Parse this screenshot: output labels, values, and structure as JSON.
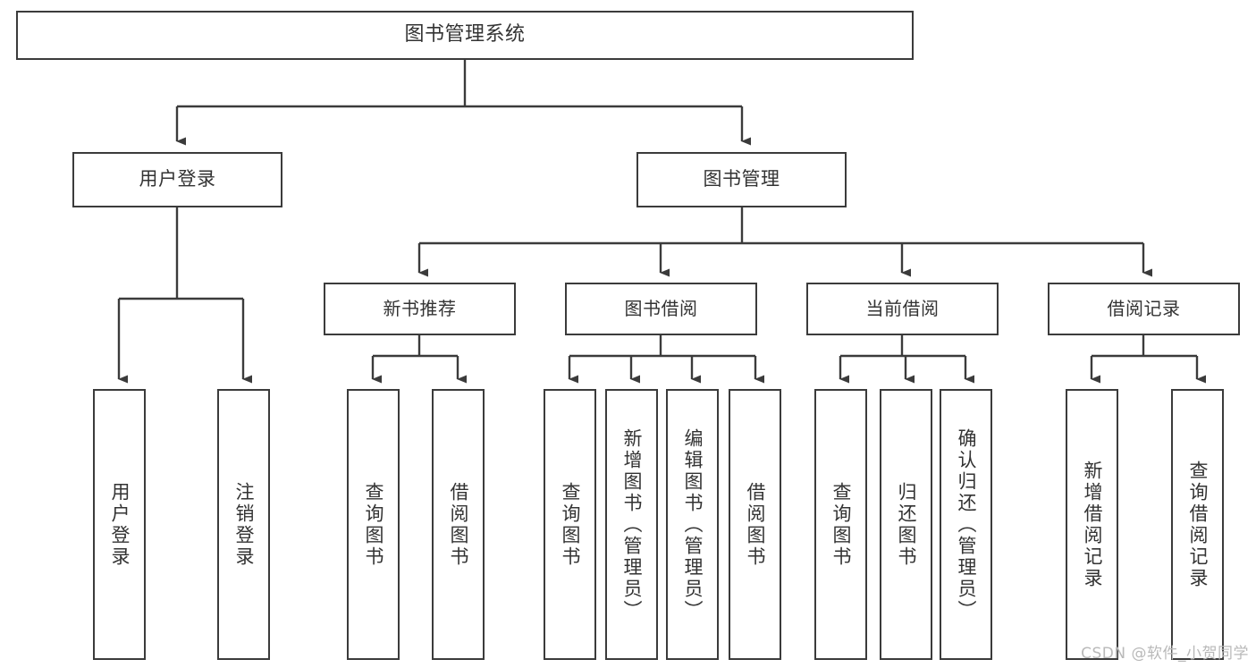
{
  "diagram": {
    "type": "tree-hierarchy",
    "title": "图书管理系统",
    "watermark": "CSDN @软件_小贺同学",
    "colors": {
      "box_border": "#3b3b3b",
      "box_fill": "#ffffff",
      "connector": "#3b3b3b",
      "text": "#333333",
      "watermark": "#b9b9b9",
      "background": "#ffffff"
    },
    "root": {
      "label": "图书管理系统"
    },
    "level1": [
      {
        "label": "用户登录"
      },
      {
        "label": "图书管理"
      }
    ],
    "level2": [
      {
        "label": "新书推荐"
      },
      {
        "label": "图书借阅"
      },
      {
        "label": "当前借阅"
      },
      {
        "label": "借阅记录"
      }
    ],
    "leaves": {
      "user_login": [
        {
          "label": "用户登录"
        },
        {
          "label": "注销登录"
        }
      ],
      "new_book_recommend": [
        {
          "label": "查询图书"
        },
        {
          "label": "借阅图书"
        }
      ],
      "book_borrow": [
        {
          "label": "查询图书"
        },
        {
          "label": "新增图书（管理员）"
        },
        {
          "label": "编辑图书（管理员）"
        },
        {
          "label": "借阅图书"
        }
      ],
      "current_borrow": [
        {
          "label": "查询图书"
        },
        {
          "label": "归还图书"
        },
        {
          "label": "确认归还（管理员）"
        }
      ],
      "borrow_record": [
        {
          "label": "新增借阅记录"
        },
        {
          "label": "查询借阅记录"
        }
      ]
    }
  }
}
